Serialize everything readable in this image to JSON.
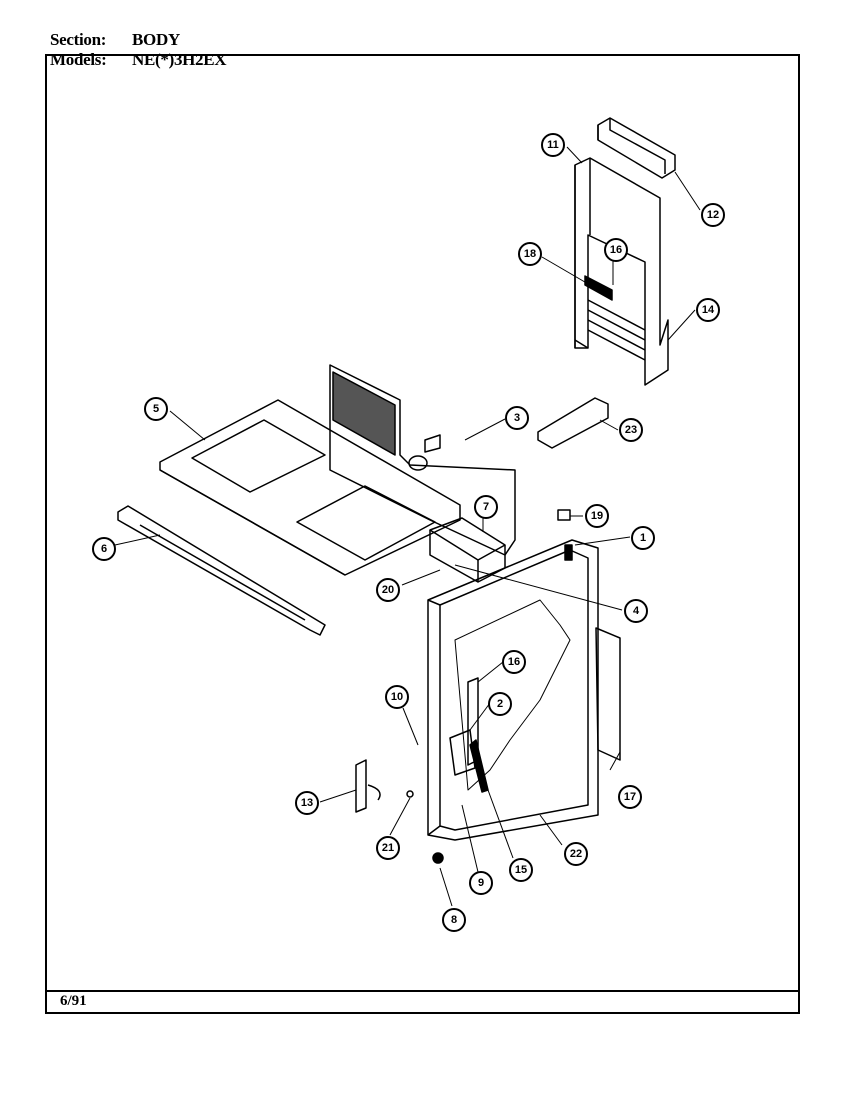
{
  "header": {
    "section_label": "Section:",
    "section_value": "BODY",
    "models_label": "Models:",
    "models_value": "NE(*)3H2EX"
  },
  "footer": {
    "date": "6/91"
  },
  "callouts": [
    "1",
    "2",
    "3",
    "4",
    "5",
    "6",
    "7",
    "8",
    "9",
    "10",
    "11",
    "12",
    "13",
    "14",
    "15",
    "16",
    "17",
    "18",
    "19",
    "20",
    "21",
    "22",
    "23"
  ]
}
